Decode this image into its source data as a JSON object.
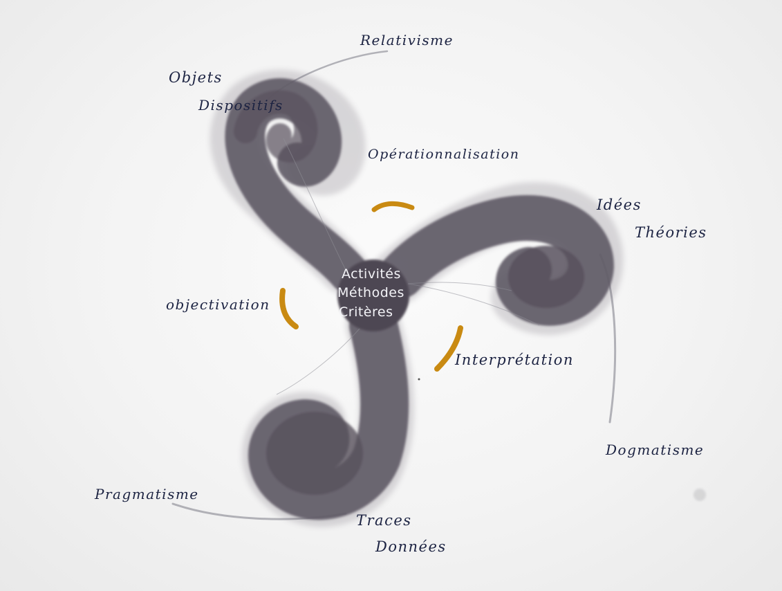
{
  "center": {
    "line1": "Activités",
    "line2": "Méthodes",
    "line3": "Critères"
  },
  "poles": {
    "top": {
      "line1": "Objets",
      "line2": "Dispositifs"
    },
    "right": {
      "line1": "Idées",
      "line2": "Théories"
    },
    "bottom": {
      "line1": "Traces",
      "line2": "Données"
    }
  },
  "processes": {
    "operationnalisation": "Opérationnalisation",
    "interpretation": "Interprétation",
    "objectivation": "objectivation"
  },
  "extremes": {
    "relativisme": "Relativisme",
    "dogmatisme": "Dogmatisme",
    "pragmatisme": "Pragmatisme"
  },
  "colors": {
    "paper": "#f3f3f3",
    "wash": "#5f5863",
    "ink": "#1c2342",
    "ochre": "#c98a12",
    "pencil": "#9a9aa2"
  }
}
